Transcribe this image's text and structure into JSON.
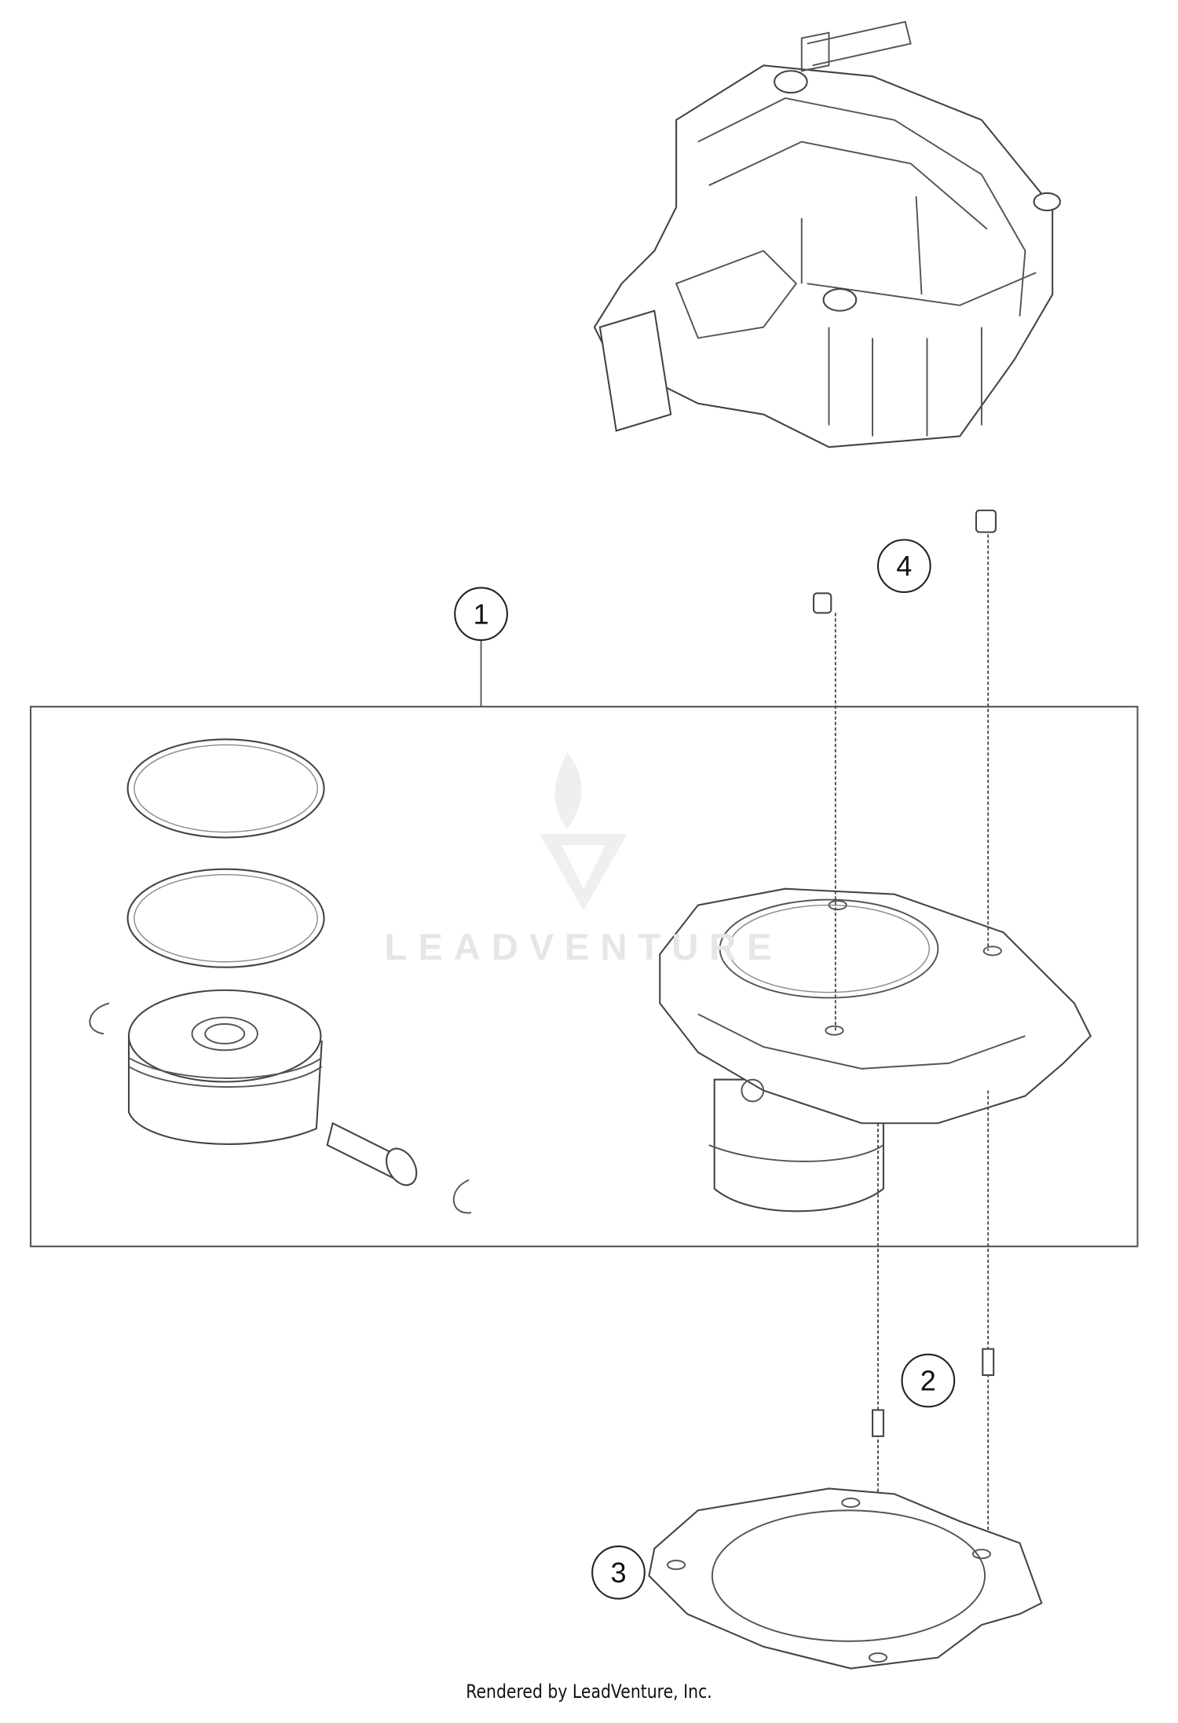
{
  "diagram": {
    "callouts": [
      {
        "label": "1"
      },
      {
        "label": "2"
      },
      {
        "label": "3"
      },
      {
        "label": "4"
      }
    ],
    "watermark": "LEADVENTURE",
    "footer": "Rendered by LeadVenture, Inc."
  }
}
